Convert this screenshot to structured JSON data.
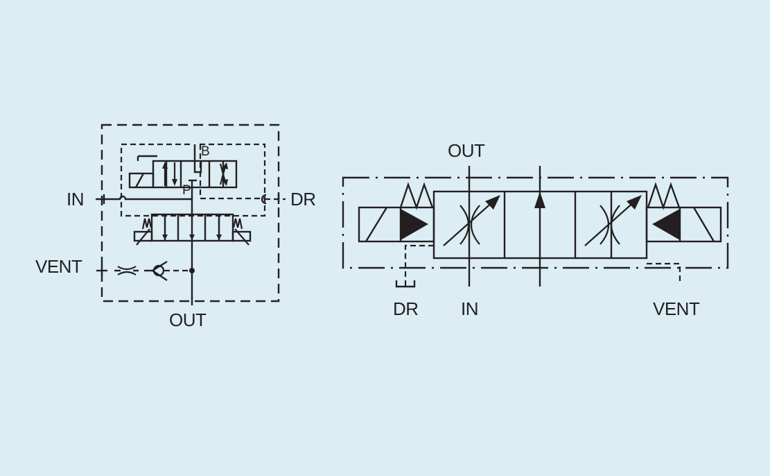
{
  "background_color": "#dcedf4",
  "line_color": "#231f20",
  "left_diagram": {
    "title": "Solenoid-operated valve circuit (ISO symbol)",
    "labels": {
      "in": "IN",
      "dr": "DR",
      "vent": "VENT",
      "out": "OUT"
    },
    "ports": {
      "b": "B",
      "p": "P"
    },
    "components": [
      "outer-dashed-enclosure",
      "pilot-dashed-enclosure",
      "solenoid-pilot-valve",
      "spring-centered-main-spool",
      "fixed-orifice",
      "check-valve",
      "junction-dot"
    ]
  },
  "right_diagram": {
    "title": "Dual solenoid proportional flow valve (ISO symbol)",
    "labels": {
      "out": "OUT",
      "dr": "DR",
      "in": "IN",
      "vent": "VENT"
    },
    "components": [
      "chain-line-enclosure",
      "left-solenoid-with-spring",
      "left-variable-orifice-envelope",
      "center-flow-envelope-arrow-up",
      "right-variable-orifice-envelope",
      "right-solenoid-with-spring",
      "drain-line-dashed",
      "vent-line-dashed"
    ]
  }
}
